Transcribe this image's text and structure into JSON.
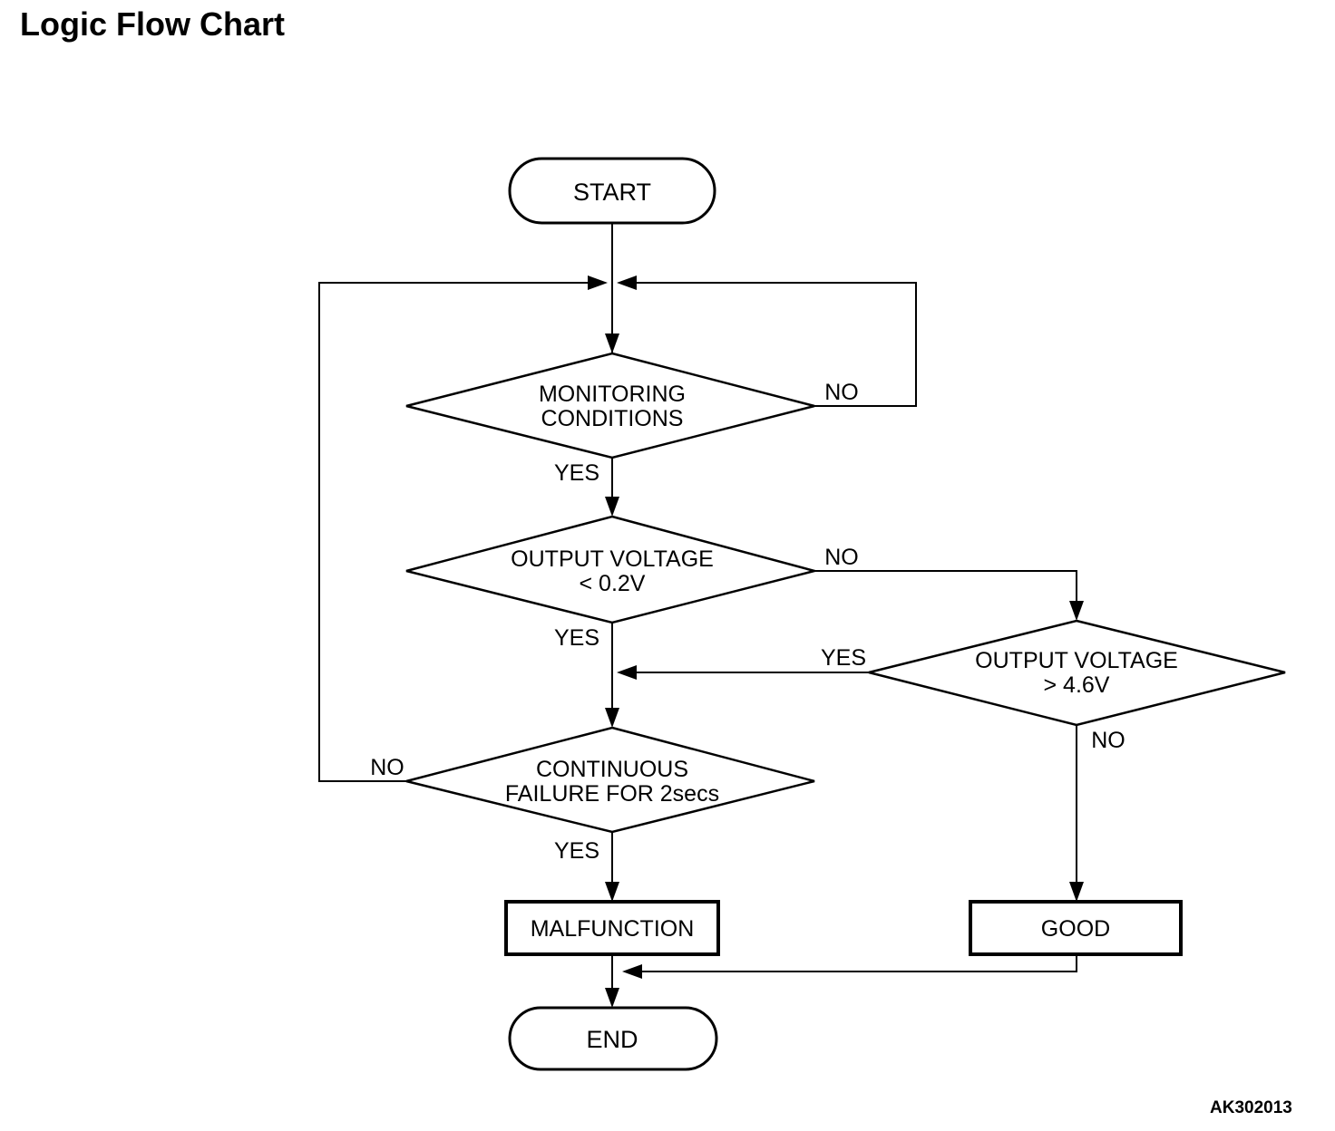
{
  "page": {
    "title": "Logic Flow Chart",
    "figure_code": "AK302013"
  },
  "flowchart": {
    "type": "logic-flow-chart",
    "colors": {
      "line": "#000000",
      "text": "#000000",
      "background": "#ffffff"
    },
    "nodes": {
      "start": {
        "type": "terminator",
        "label": "START"
      },
      "monitoring_conditions": {
        "type": "decision",
        "lines": [
          "MONITORING",
          "CONDITIONS"
        ]
      },
      "output_voltage_low": {
        "type": "decision",
        "lines": [
          "OUTPUT VOLTAGE",
          "< 0.2V"
        ]
      },
      "output_voltage_high": {
        "type": "decision",
        "lines": [
          "OUTPUT VOLTAGE",
          "> 4.6V"
        ]
      },
      "continuous_failure": {
        "type": "decision",
        "lines": [
          "CONTINUOUS",
          "FAILURE FOR 2secs"
        ]
      },
      "malfunction": {
        "type": "process",
        "label": "MALFUNCTION"
      },
      "good": {
        "type": "process",
        "label": "GOOD"
      },
      "end": {
        "type": "terminator",
        "label": "END"
      }
    },
    "edges": [
      {
        "from": "start",
        "to": "monitoring_conditions",
        "label": ""
      },
      {
        "from": "monitoring_conditions",
        "to": "output_voltage_low",
        "label": "YES"
      },
      {
        "from": "monitoring_conditions",
        "to": "monitoring_conditions",
        "label": "NO"
      },
      {
        "from": "output_voltage_low",
        "to": "continuous_failure",
        "label": "YES"
      },
      {
        "from": "output_voltage_low",
        "to": "output_voltage_high",
        "label": "NO"
      },
      {
        "from": "output_voltage_high",
        "to": "continuous_failure",
        "label": "YES"
      },
      {
        "from": "output_voltage_high",
        "to": "good",
        "label": "NO"
      },
      {
        "from": "continuous_failure",
        "to": "malfunction",
        "label": "YES"
      },
      {
        "from": "continuous_failure",
        "to": "monitoring_conditions",
        "label": "NO"
      },
      {
        "from": "malfunction",
        "to": "end",
        "label": ""
      },
      {
        "from": "good",
        "to": "end",
        "label": ""
      }
    ]
  }
}
